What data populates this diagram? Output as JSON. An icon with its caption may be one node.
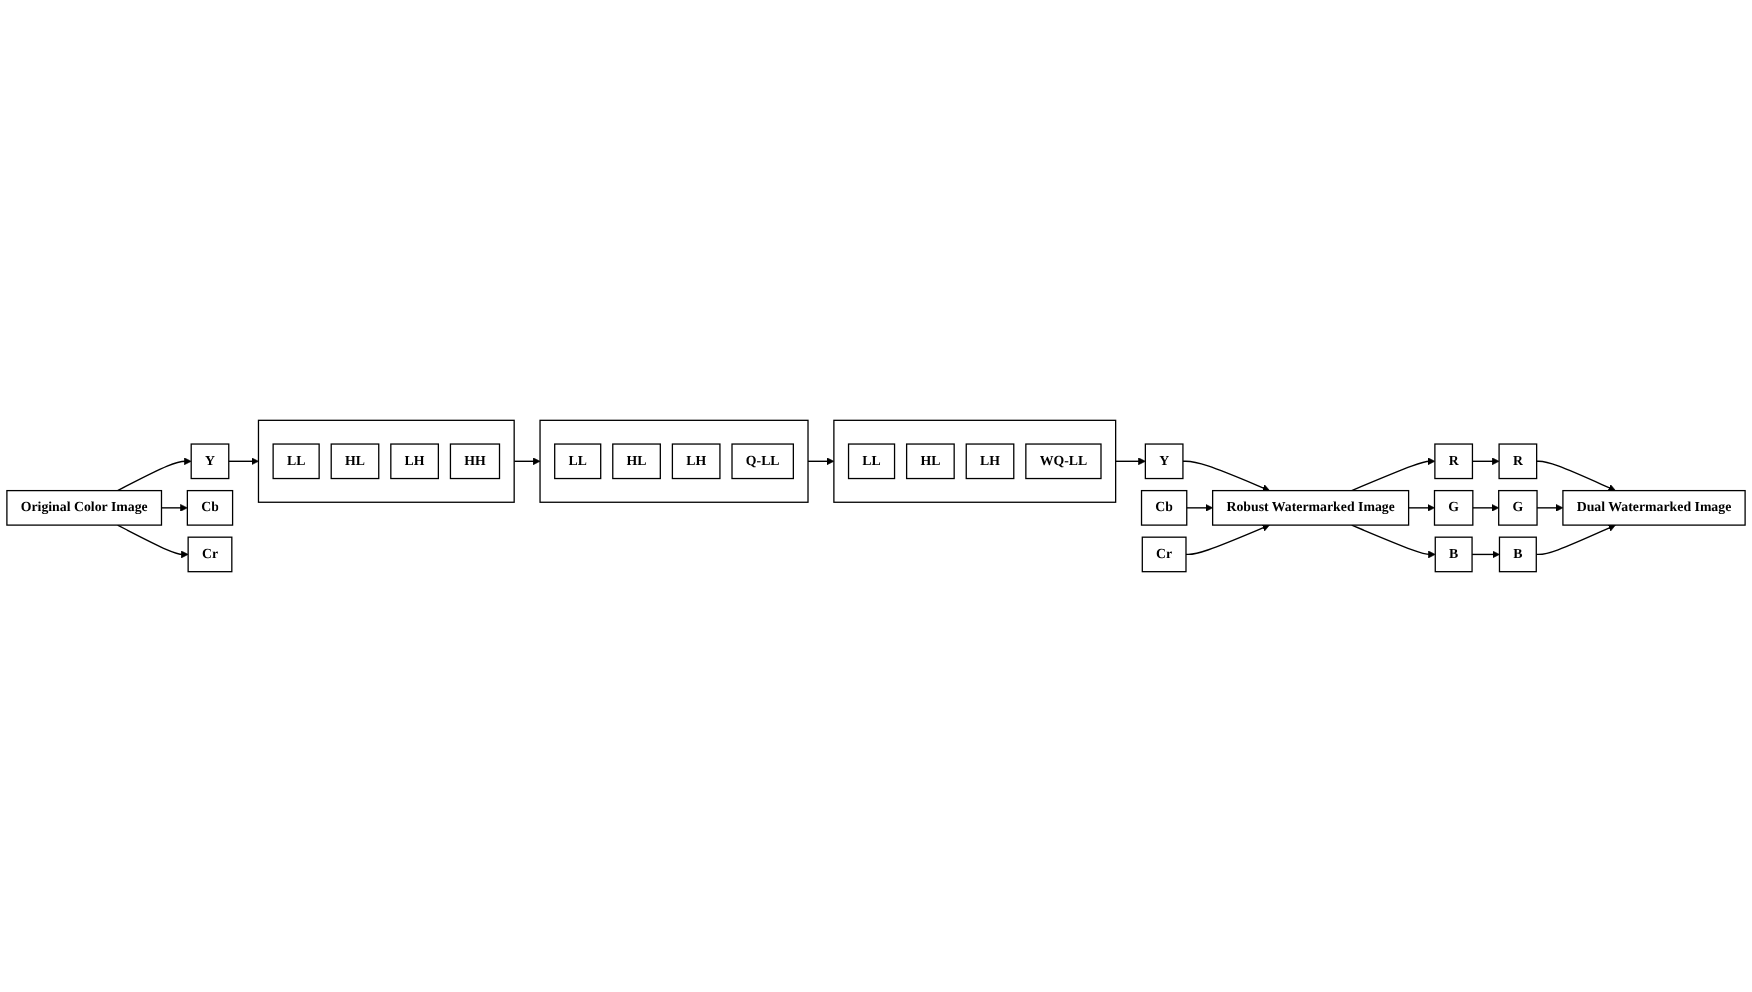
{
  "diagram": {
    "nodes": [
      {
        "text": [
          "Original Color Image"
        ]
      },
      {
        "text": [
          "Y"
        ]
      },
      {
        "text": [
          "Cb"
        ]
      },
      {
        "text": [
          "Cr"
        ]
      },
      {
        "text": [],
        "shape": "box"
      },
      {
        "text": [
          "LL"
        ],
        "in": 4
      },
      {
        "text": [
          "HL"
        ],
        "in": 4
      },
      {
        "text": [
          "LH"
        ],
        "in": 4
      },
      {
        "text": [
          "HH"
        ],
        "in": 4
      },
      {
        "text": [],
        "shape": "box"
      },
      {
        "text": [
          "LL"
        ],
        "in": 9
      },
      {
        "text": [
          "HL"
        ],
        "in": 9
      },
      {
        "text": [
          "LH"
        ],
        "in": 9
      },
      {
        "text": [
          "Q-LL"
        ],
        "in": 9
      },
      {
        "text": [],
        "shape": "box"
      },
      {
        "text": [
          "LL"
        ],
        "in": 14
      },
      {
        "text": [
          "HL"
        ],
        "in": 14
      },
      {
        "text": [
          "LH"
        ],
        "in": 14
      },
      {
        "text": [
          "WQ-LL"
        ],
        "in": 14
      },
      {
        "text": [
          "Dual Watermarked Image"
        ]
      },
      {
        "text": [
          "R"
        ]
      },
      {
        "text": [
          "G"
        ]
      },
      {
        "text": [
          "B"
        ]
      },
      {
        "text": [
          "R"
        ]
      },
      {
        "text": [
          "G"
        ]
      },
      {
        "text": [
          "B"
        ]
      },
      {
        "text": [
          "Robust Watermarked Image"
        ]
      },
      {
        "text": [
          "Y"
        ]
      },
      {
        "text": [
          "Cb"
        ]
      },
      {
        "text": [
          "Cr"
        ]
      }
    ],
    "edges": [
      {
        "from": 0,
        "to": 1,
        "arrow": "to"
      },
      {
        "from": 0,
        "to": 2,
        "arrow": "to"
      },
      {
        "from": 0,
        "to": 3,
        "arrow": "to"
      },
      {
        "from": 1,
        "to": 4,
        "arrow": "to"
      },
      {
        "from": 4,
        "to": 9,
        "arrow": "to"
      },
      {
        "from": 9,
        "to": 14,
        "arrow": "to"
      },
      {
        "from": 14,
        "to": 27,
        "arrow": "to"
      },
      {
        "from": 27,
        "to": 26,
        "arrow": "to"
      },
      {
        "from": 28,
        "to": 26,
        "arrow": "to"
      },
      {
        "from": 29,
        "to": 26,
        "arrow": "to"
      },
      {
        "from": 26,
        "to": 23,
        "arrow": "to"
      },
      {
        "from": 26,
        "to": 24,
        "arrow": "to"
      },
      {
        "from": 26,
        "to": 25,
        "arrow": "to"
      },
      {
        "from": 23,
        "to": 20,
        "arrow": "to"
      },
      {
        "from": 24,
        "to": 21,
        "arrow": "to"
      },
      {
        "from": 25,
        "to": 22,
        "arrow": "to"
      },
      {
        "from": 20,
        "to": 19,
        "arrow": "to"
      },
      {
        "from": 21,
        "to": 19,
        "arrow": "to"
      },
      {
        "from": 22,
        "to": 19,
        "arrow": "to"
      }
    ]
  }
}
